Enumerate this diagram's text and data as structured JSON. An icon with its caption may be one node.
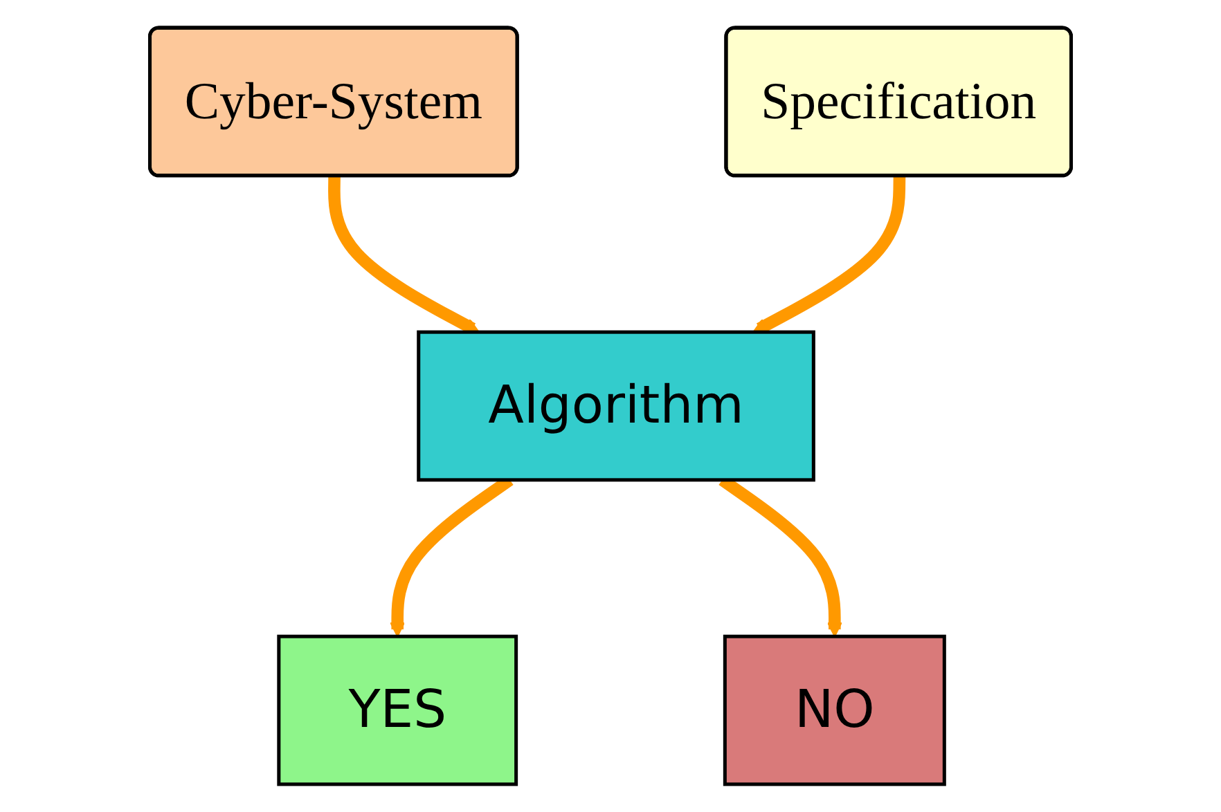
{
  "diagram": {
    "nodes": [
      {
        "text": [
          "Cyber-System"
        ]
      },
      {
        "text": [
          "Specification"
        ]
      },
      {
        "text": [
          "Algorithm"
        ]
      },
      {
        "text": [
          "YES"
        ]
      },
      {
        "text": [
          "NO"
        ]
      }
    ],
    "edges": [
      {
        "from": 0,
        "to": 2,
        "arrow": "to"
      },
      {
        "from": 1,
        "to": 2,
        "arrow": "to"
      },
      {
        "from": 2,
        "to": 3,
        "arrow": "to"
      },
      {
        "from": 2,
        "to": 4,
        "arrow": "to"
      }
    ]
  }
}
